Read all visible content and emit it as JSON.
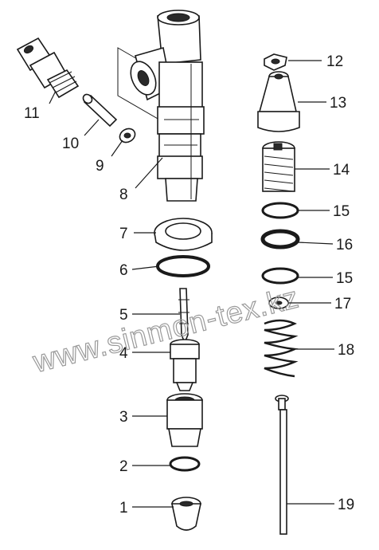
{
  "diagram": {
    "watermark": "www.sinmon-tex.kz",
    "colors": {
      "ink": "#1a1a1a",
      "watermark": "#9a9a9a",
      "background": "#ffffff"
    },
    "parts": [
      {
        "id": "1",
        "label": "1"
      },
      {
        "id": "2",
        "label": "2"
      },
      {
        "id": "3",
        "label": "3"
      },
      {
        "id": "4",
        "label": "4"
      },
      {
        "id": "5",
        "label": "5"
      },
      {
        "id": "6",
        "label": "6"
      },
      {
        "id": "7",
        "label": "7"
      },
      {
        "id": "8",
        "label": "8"
      },
      {
        "id": "9",
        "label": "9"
      },
      {
        "id": "10",
        "label": "10"
      },
      {
        "id": "11",
        "label": "11"
      },
      {
        "id": "12",
        "label": "12"
      },
      {
        "id": "13",
        "label": "13"
      },
      {
        "id": "14",
        "label": "14"
      },
      {
        "id": "15a",
        "label": "15"
      },
      {
        "id": "16",
        "label": "16"
      },
      {
        "id": "15b",
        "label": "15"
      },
      {
        "id": "17",
        "label": "17"
      },
      {
        "id": "18",
        "label": "18"
      },
      {
        "id": "19",
        "label": "19"
      }
    ]
  }
}
